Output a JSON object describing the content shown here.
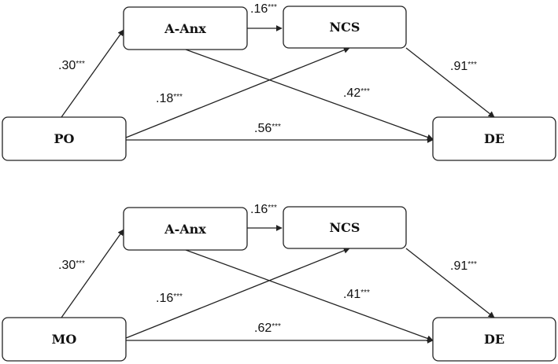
{
  "panels": [
    {
      "nodes": {
        "predictor": "PO",
        "mediator1": "A-Anx",
        "mediator2": "NCS",
        "outcome": "DE"
      },
      "paths": {
        "pred_to_m1": {
          "value": ".30",
          "sig": "***"
        },
        "m1_to_m2": {
          "value": ".16",
          "sig": "***"
        },
        "pred_to_m2": {
          "value": ".18",
          "sig": "***"
        },
        "m1_to_out": {
          "value": ".42",
          "sig": "***"
        },
        "m2_to_out": {
          "value": ".91",
          "sig": "***"
        },
        "pred_to_out": {
          "value": ".56",
          "sig": "***"
        }
      }
    },
    {
      "nodes": {
        "predictor": "MO",
        "mediator1": "A-Anx",
        "mediator2": "NCS",
        "outcome": "DE"
      },
      "paths": {
        "pred_to_m1": {
          "value": ".30",
          "sig": "***"
        },
        "m1_to_m2": {
          "value": ".16",
          "sig": "***"
        },
        "pred_to_m2": {
          "value": ".16",
          "sig": "***"
        },
        "m1_to_out": {
          "value": ".41",
          "sig": "***"
        },
        "m2_to_out": {
          "value": ".91",
          "sig": "***"
        },
        "pred_to_out": {
          "value": ".62",
          "sig": "***"
        }
      }
    }
  ]
}
